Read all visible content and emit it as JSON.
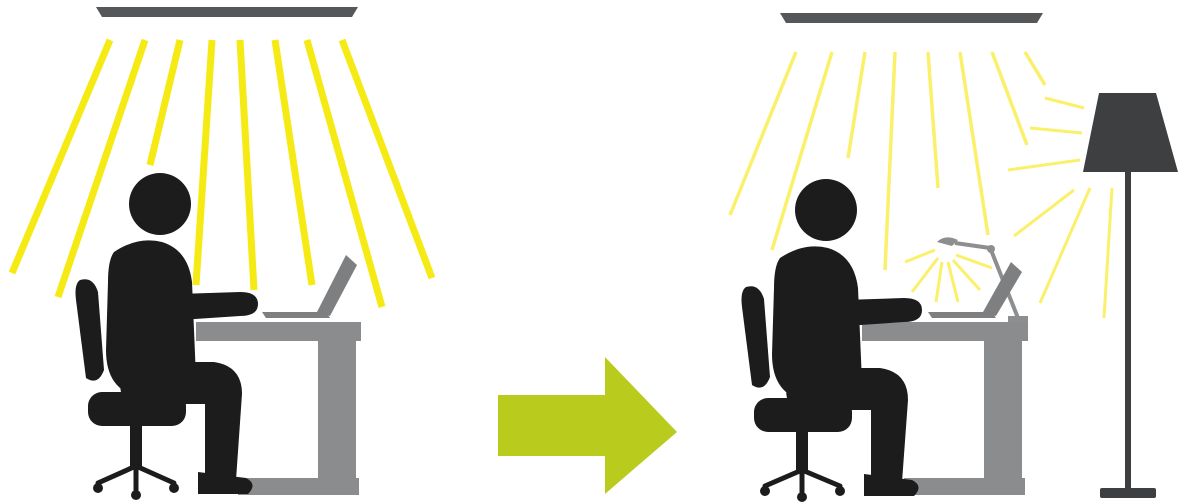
{
  "colors": {
    "background": "#ffffff",
    "light_strong": "#f5ea14",
    "light_soft": "#faf06a",
    "arrow": "#b9cc1e",
    "fixture": "#555759",
    "person": "#1c1c1c",
    "desk": "#8a8c8e",
    "laptop": "#7d7f81",
    "floor_lamp": "#3d3f41",
    "desk_lamp": "#8c8e90"
  },
  "panels": [
    {
      "id": "before",
      "lighting": [
        "ceiling-light"
      ]
    },
    {
      "id": "after",
      "lighting": [
        "ceiling-light",
        "desk-lamp",
        "floor-lamp"
      ]
    }
  ],
  "icons": [
    "ceiling-light-icon",
    "person-icon",
    "office-chair-icon",
    "desk-icon",
    "laptop-icon",
    "arrow-right-icon",
    "desk-lamp-icon",
    "floor-lamp-icon"
  ]
}
